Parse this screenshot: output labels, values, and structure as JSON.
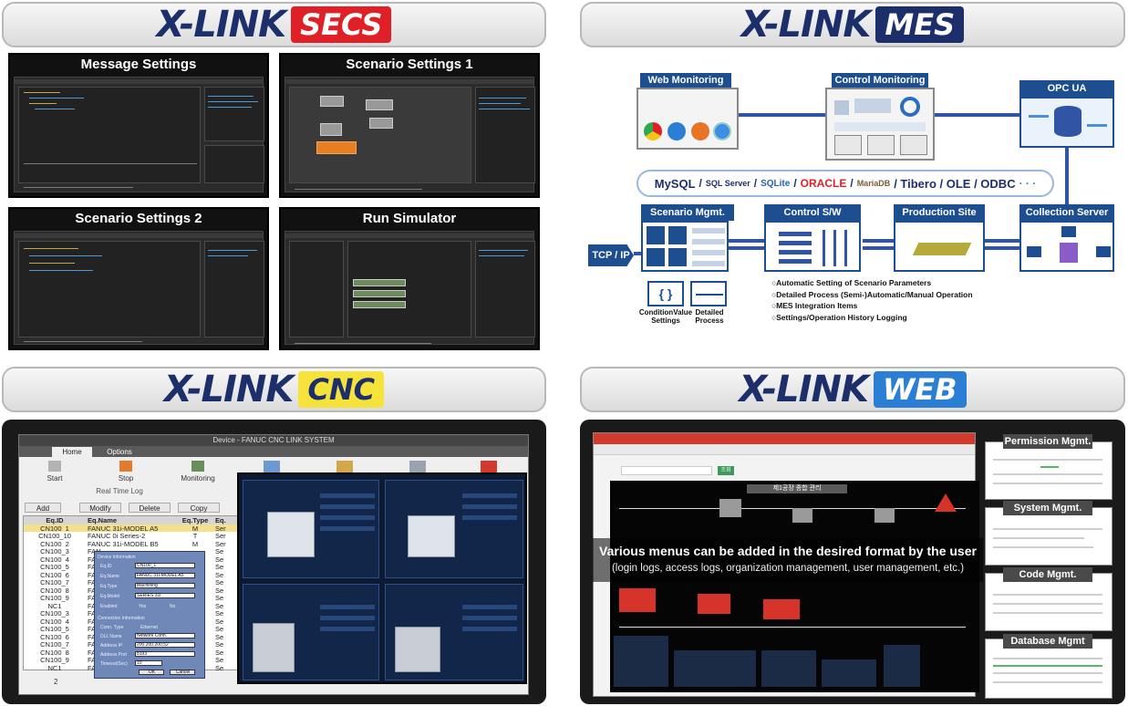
{
  "brand": "X-LINK",
  "secs": {
    "tag": "SECS",
    "shots": [
      {
        "title": "Message Settings"
      },
      {
        "title": "Scenario Settings 1"
      },
      {
        "title": "Scenario Settings 2"
      },
      {
        "title": "Run Simulator"
      }
    ]
  },
  "mes": {
    "tag": "MES",
    "web_monitoring": "Web Monitoring",
    "control_monitoring": "Control Monitoring",
    "opc_ua": "OPC UA",
    "databases": {
      "mysql": "MySQL",
      "sqlserver": "SQL Server",
      "sqlite": "SQLite",
      "oracle": "ORACLE",
      "mariadb": "MariaDB",
      "rest": "/ Tibero / OLE / ODBC",
      "ellipsis": "· · ·"
    },
    "scenario_mgmt": "Scenario Mgmt. S/W",
    "control_sw": "Control S/W",
    "production_site": "Production Site",
    "collection_server": "Collection Server",
    "tcp_ip": "TCP / IP",
    "condition_value": "ConditionValue Settings",
    "detailed_process": "Detailed Process",
    "features": [
      "Automatic Setting of Scenario Parameters",
      "Detailed Process (Semi-)Automatic/Manual Operation",
      "MES Integration Items",
      "Settings/Operation History Logging"
    ]
  },
  "cnc": {
    "tag": "CNC",
    "window_title": "Device - FANUC CNC LINK SYSTEM",
    "tabs": [
      "Home",
      "Options"
    ],
    "tools": [
      "Start",
      "Stop",
      "Monitoring"
    ],
    "real_time_log": "Real Time Log",
    "buttons": [
      "Add",
      "Modify",
      "Delete",
      "Copy"
    ],
    "columns": [
      "Eq.ID",
      "Eq.Name",
      "Eq.Type",
      "Eq."
    ],
    "rows": [
      [
        "CN100_1",
        "FANUC 31i-MODEL A5",
        "M",
        "Ser"
      ],
      [
        "CN100_10",
        "FANUC 0i Series-2",
        "T",
        "Ser"
      ],
      [
        "CN100_2",
        "FANUC 31i-MODEL B5",
        "M",
        "Ser"
      ],
      [
        "CN100_3",
        "FAN",
        "",
        "Se"
      ],
      [
        "CN100_4",
        "FAN",
        "",
        "Se"
      ],
      [
        "CN100_5",
        "FAN",
        "",
        "Se"
      ],
      [
        "CN100_6",
        "FAN",
        "",
        "Se"
      ],
      [
        "CN100_7",
        "FAN",
        "",
        "Se"
      ],
      [
        "CN100_8",
        "FAN",
        "",
        "Se"
      ],
      [
        "CN100_9",
        "FAN",
        "",
        "Se"
      ],
      [
        "NC1",
        "FAN",
        "",
        "Se"
      ],
      [
        "CN100_3",
        "FAN",
        "",
        "Se"
      ],
      [
        "CN100_4",
        "FAN",
        "",
        "Se"
      ],
      [
        "CN100_5",
        "FAN",
        "",
        "Se"
      ],
      [
        "CN100_6",
        "FAN",
        "",
        "Se"
      ],
      [
        "CN100_7",
        "FAN",
        "",
        "Se"
      ],
      [
        "CN100_8",
        "FAN",
        "",
        "Se"
      ],
      [
        "CN100_9",
        "FAN",
        "",
        "Se"
      ],
      [
        "NC1",
        "FAN",
        "",
        "Se"
      ]
    ],
    "footer_count": "2",
    "dialog": {
      "section1": "Device Information",
      "eq_id_label": "Eq.ID",
      "eq_id": "CN100_1",
      "eq_name_label": "Eq.Name",
      "eq_name": "FANUC 31i-MODEL A5",
      "eq_type_label": "Eq.Type",
      "eq_type": "Machining",
      "eq_model_label": "Eq.Model",
      "eq_model": "SERIES 31i",
      "enabled_label": "Enabled",
      "yes": "Yes",
      "no": "No",
      "section2": "Connection Information",
      "conn_type_label": "Conn. Type",
      "conn_type": "Ethernet",
      "dll_name_label": "DLL Name",
      "dll_name": "Network Conn.",
      "address_label": "Address IP",
      "address": "200.200.200.52",
      "port_label": "Address Port",
      "port": "8193",
      "timeout_label": "Timeout(Sec)",
      "timeout": "10",
      "ok": "OK",
      "cancel": "Cancel"
    }
  },
  "web": {
    "tag": "WEB",
    "scada_title": "제1공장 종합 관리",
    "caption_main": "Various menus can be added in the desired format by the user",
    "caption_sub": "(login logs, access logs, organization management, user management, etc.)",
    "side_labels": [
      "Permission Mgmt.",
      "System Mgmt.",
      "Code Mgmt.",
      "Database Mgmt"
    ],
    "search_button": "조회"
  }
}
